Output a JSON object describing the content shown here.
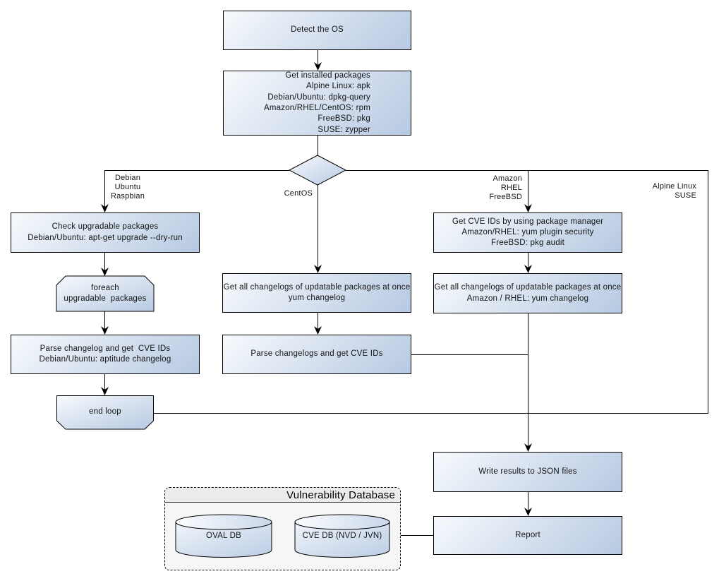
{
  "nodes": {
    "detect_os": {
      "lines": [
        "Detect the OS"
      ]
    },
    "get_installed": {
      "lines": [
        "Get installed packages",
        "Alpine Linux: apk",
        "Debian/Ubuntu: dpkg-query",
        "Amazon/RHEL/CentOS: rpm",
        "FreeBSD: pkg",
        "SUSE: zypper"
      ]
    },
    "check_upgradable": {
      "lines": [
        "Check upgradable packages",
        "Debian/Ubuntu: apt-get upgrade --dry-run"
      ]
    },
    "foreach_loop": {
      "lines": [
        "foreach",
        "upgradable  packages"
      ]
    },
    "parse_changelog_deb": {
      "lines": [
        "Parse changelog and get  CVE IDs",
        "Debian/Ubuntu: aptitude changelog"
      ]
    },
    "end_loop": {
      "lines": [
        "end loop"
      ]
    },
    "get_changelogs_yum": {
      "lines": [
        "Get all changelogs of updatable packages at once",
        "yum changelog"
      ]
    },
    "parse_changelogs": {
      "lines": [
        "Parse changelogs and get CVE IDs"
      ]
    },
    "get_cve_ids_pkg_mgr": {
      "lines": [
        "Get CVE IDs by using package manager",
        "Amazon/RHEL: yum plugin security",
        "FreeBSD: pkg audit"
      ]
    },
    "get_changelogs_amzn": {
      "lines": [
        "Get all changelogs of updatable packages at once",
        "Amazon / RHEL: yum changelog"
      ]
    },
    "write_json": {
      "lines": [
        "Write results to JSON files"
      ]
    },
    "report": {
      "lines": [
        "Report"
      ]
    }
  },
  "branch_labels": {
    "left": {
      "lines": [
        "Debian",
        "Ubuntu",
        "Raspbian"
      ]
    },
    "center": {
      "lines": [
        "CentOS"
      ]
    },
    "right": {
      "lines": [
        "Amazon",
        "RHEL",
        "FreeBSD"
      ]
    },
    "far_right": {
      "lines": [
        "Alpine Linux",
        "SUSE"
      ]
    }
  },
  "vulnerability_database": {
    "title": "Vulnerability Database",
    "databases": [
      {
        "label": "OVAL DB"
      },
      {
        "label": "CVE DB (NVD / JVN)"
      }
    ]
  },
  "colors": {
    "node_fill_top": "#f7fafd",
    "node_fill_bottom": "#b7c9e2",
    "node_border": "#000000",
    "connector": "#000000",
    "group_header_bg": "#ececec",
    "group_body_bg": "#f6f6f6",
    "canvas_bg": "#ffffff"
  }
}
